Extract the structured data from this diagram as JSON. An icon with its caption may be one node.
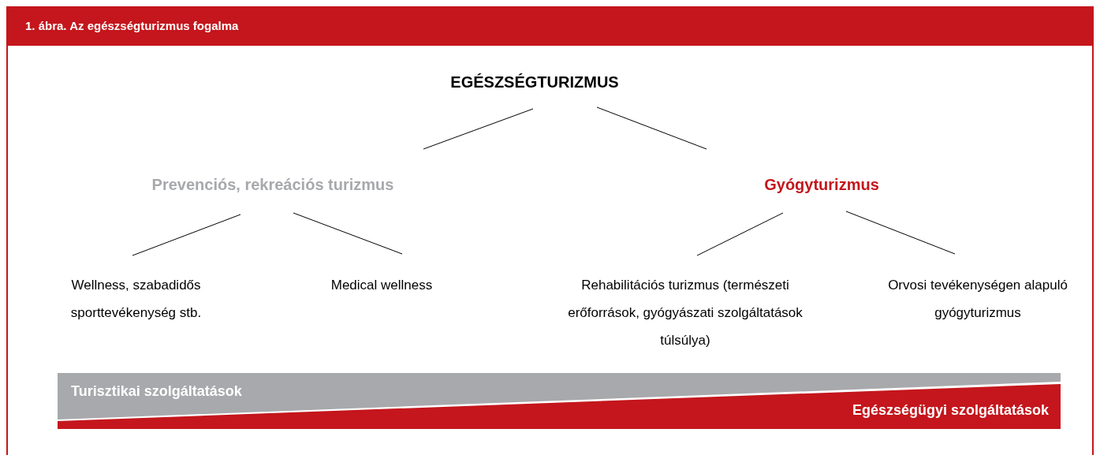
{
  "diagram": {
    "title": "1. ábra. Az egészségturizmus fogalma",
    "nodes": [
      {
        "text": [
          "EGÉSZSÉGTURIZMUS"
        ]
      },
      {
        "text": [
          "Prevenciós, rekreációs turizmus"
        ]
      },
      {
        "text": [
          "Gyógyturizmus"
        ]
      },
      {
        "text": [
          "Wellness, szabadidős sporttevékenység stb."
        ]
      },
      {
        "text": [
          "Medical wellness"
        ]
      },
      {
        "text": [
          "Rehabilitációs turizmus (természeti erőforrások, gyógyászati szolgáltatások túlsúlya)"
        ]
      },
      {
        "text": [
          "Orvosi tevékenységen alapuló gyógyturizmus"
        ]
      },
      {
        "text": [
          "Turisztikai szolgáltatások"
        ]
      },
      {
        "text": [
          "Egészségügyi szolgáltatások"
        ]
      }
    ],
    "edges": [
      {
        "from": 0,
        "to": 1,
        "arrow": "none"
      },
      {
        "from": 0,
        "to": 2,
        "arrow": "none"
      },
      {
        "from": 1,
        "to": 3,
        "arrow": "none"
      },
      {
        "from": 1,
        "to": 4,
        "arrow": "none"
      },
      {
        "from": 2,
        "to": 5,
        "arrow": "none"
      },
      {
        "from": 2,
        "to": 6,
        "arrow": "none"
      }
    ]
  }
}
